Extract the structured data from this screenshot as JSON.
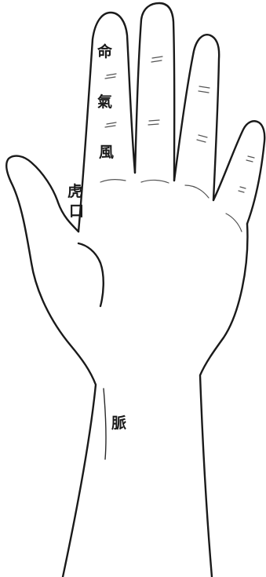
{
  "labels": {
    "ming": "命",
    "qi": "氣",
    "feng": "風",
    "hu": "虎",
    "kou": "口",
    "mai": "脈"
  }
}
